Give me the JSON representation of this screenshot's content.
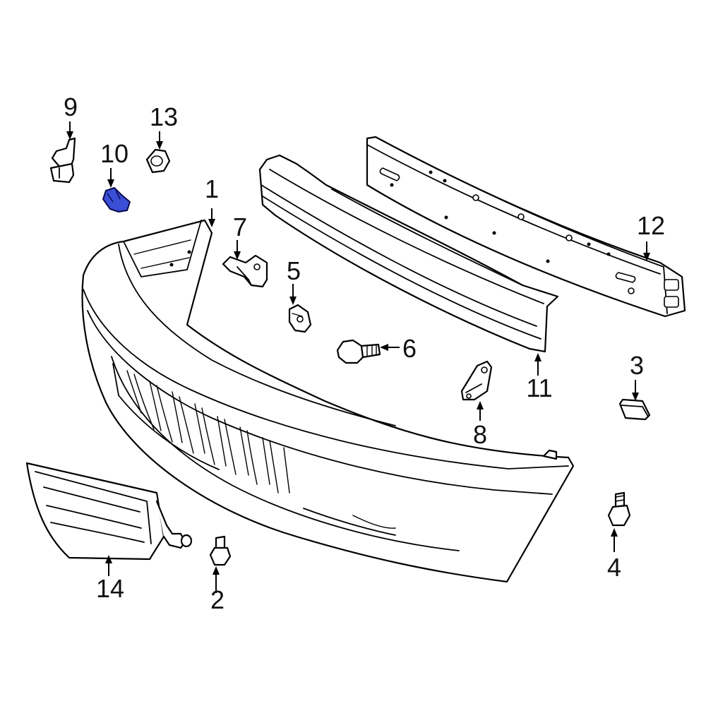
{
  "callouts": {
    "c1": "1",
    "c2": "2",
    "c3": "3",
    "c4": "4",
    "c5": "5",
    "c6": "6",
    "c7": "7",
    "c8": "8",
    "c9": "9",
    "c10": "10",
    "c11": "11",
    "c12": "12",
    "c13": "13",
    "c14": "14"
  },
  "highlight_part": "10",
  "colors": {
    "highlight_fill": "#3a4fd6",
    "line": "#000000",
    "background": "#ffffff"
  }
}
